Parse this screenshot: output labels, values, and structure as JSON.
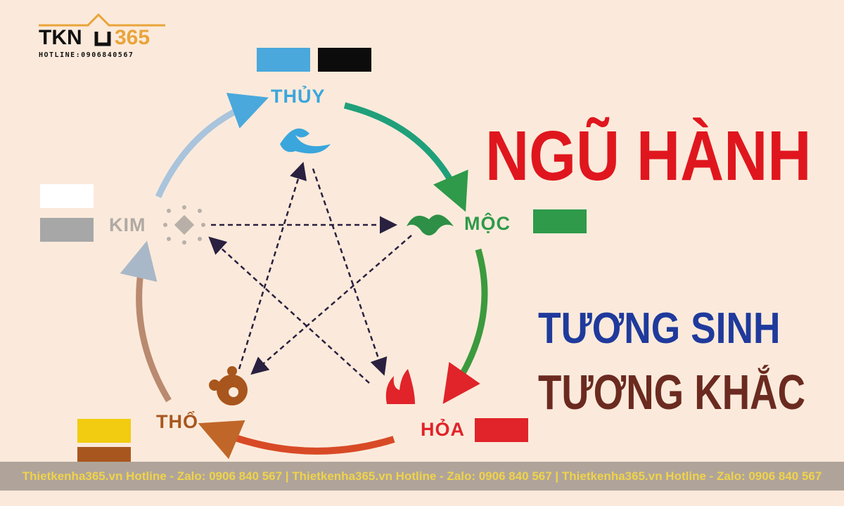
{
  "logo": {
    "brand": "TKN",
    "number": "365",
    "hotline": "HOTLINE:0906840567"
  },
  "title": {
    "main": "NGŨ HÀNH",
    "sub1": "TƯƠNG SINH",
    "sub2": "TƯƠNG KHẮC"
  },
  "elements": {
    "thuy": {
      "label": "THỦY",
      "colors": [
        "#4aa8dc",
        "#0c0c0c"
      ]
    },
    "moc": {
      "label": "MỘC",
      "colors": [
        "#2e9a4a"
      ]
    },
    "hoa": {
      "label": "HỎA",
      "colors": [
        "#e0242a"
      ]
    },
    "tho": {
      "label": "THỔ",
      "colors": [
        "#f2cc10",
        "#a8561e"
      ]
    },
    "kim": {
      "label": "KIM",
      "colors": [
        "#ffffff",
        "#a7a7a7"
      ]
    }
  },
  "footer": {
    "text": "Thietkenha365.vn Hotline - Zalo: 0906 840 567 | Thietkenha365.vn Hotline - Zalo: 0906 840 567 | Thietkenha365.vn Hotline - Zalo: 0906 840 567"
  }
}
